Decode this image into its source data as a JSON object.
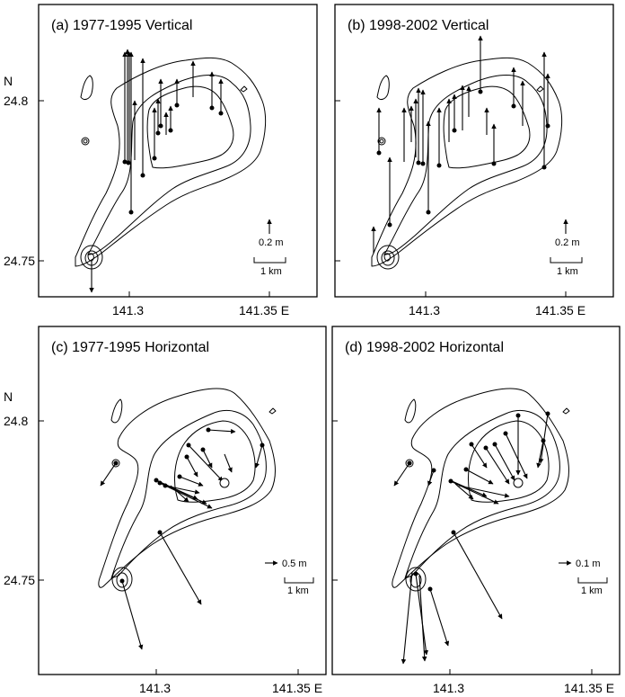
{
  "axis": {
    "north_label": "N",
    "lat_labels": [
      "24.8",
      "24.75"
    ],
    "lon_labels": [
      "141.3",
      "141.35 E"
    ]
  },
  "panels": [
    {
      "id": "a",
      "title": "(a) 1977-1995 Vertical",
      "scale_label": "0.2 m",
      "distance_label": "1 km",
      "kind": "vertical"
    },
    {
      "id": "b",
      "title": "(b) 1998-2002 Vertical",
      "scale_label": "0.2 m",
      "distance_label": "1 km",
      "kind": "vertical"
    },
    {
      "id": "c",
      "title": "(c) 1977-1995 Horizontal",
      "scale_label": "0.5 m",
      "distance_label": "1 km",
      "kind": "horizontal"
    },
    {
      "id": "d",
      "title": "(d) 1998-2002 Horizontal",
      "scale_label": "0.1 m",
      "distance_label": "1 km",
      "kind": "horizontal"
    }
  ]
}
